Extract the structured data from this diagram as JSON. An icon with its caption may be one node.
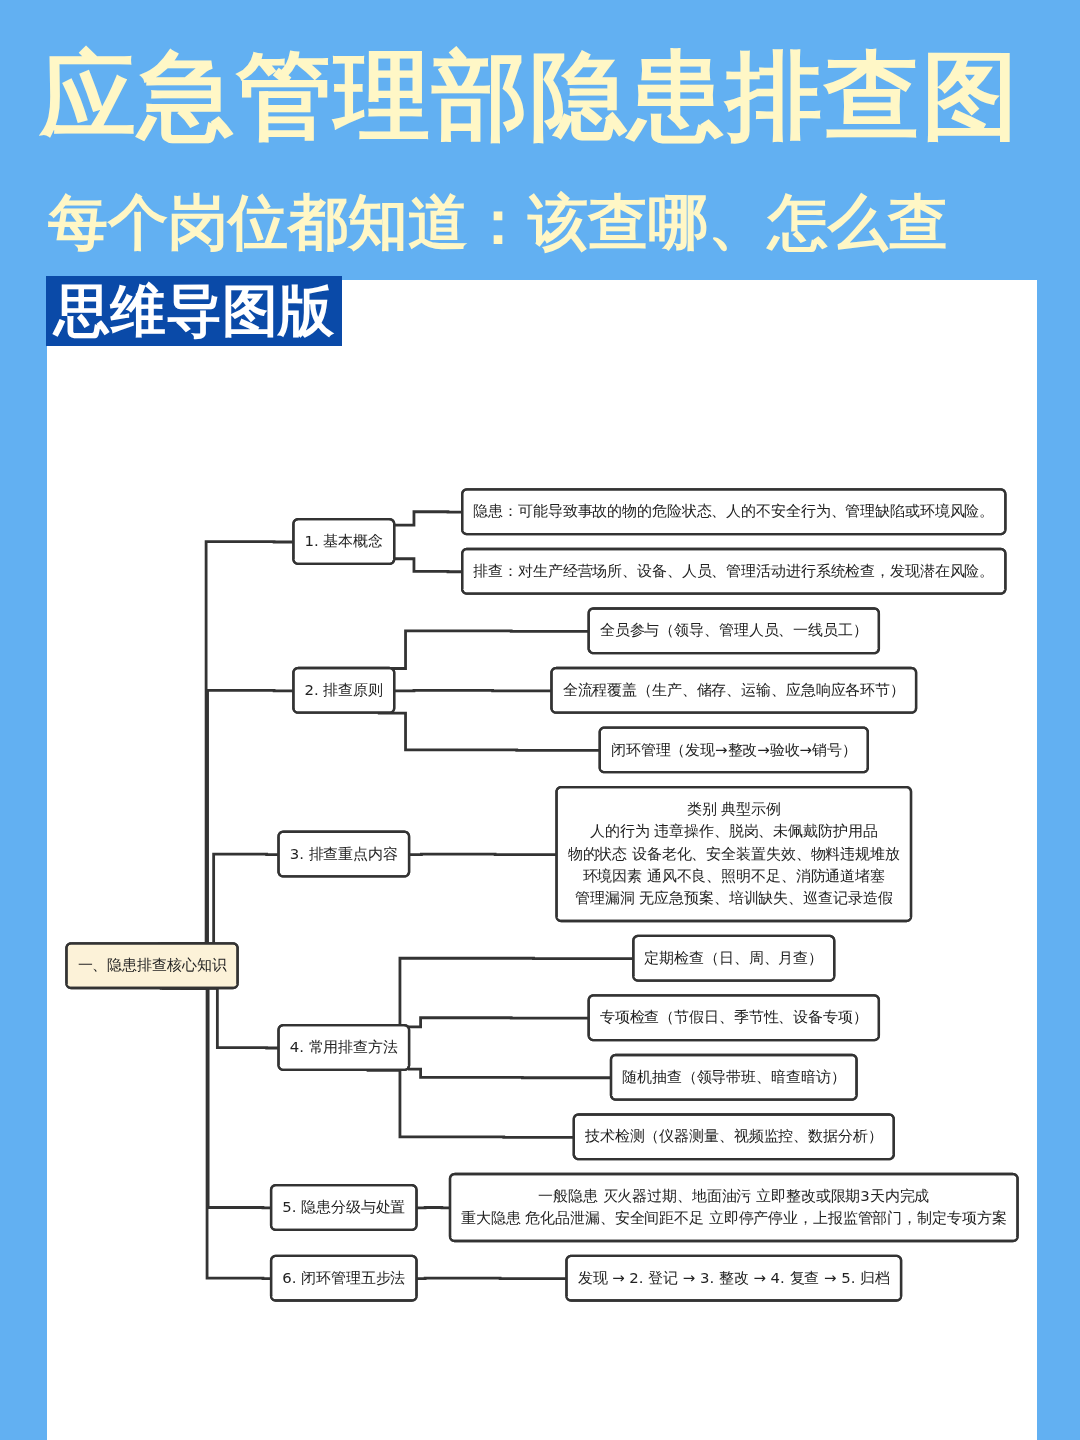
{
  "diagram": {
    "title": "应急管理部隐患排查图",
    "nodes": [
      {
        "text": [
          "一、隐患排查核心知识"
        ]
      },
      {
        "text": [
          "1. 基本概念"
        ]
      },
      {
        "text": [
          "隐患：可能导致事故的物的危险状态、人的不安全行为、管理缺陷或环境风险。"
        ]
      },
      {
        "text": [
          "排查：对生产经营场所、设备、人员、管理活动进行系统检查，发现潜在风险。"
        ]
      },
      {
        "text": [
          "2. 排查原则"
        ]
      },
      {
        "text": [
          "全员参与（领导、管理人员、一线员工）"
        ]
      },
      {
        "text": [
          "全流程覆盖（生产、储存、运输、应急响应各环节）"
        ]
      },
      {
        "text": [
          "闭环管理（发现→整改→验收→销号）"
        ]
      },
      {
        "text": [
          "3. 排查重点内容"
        ]
      },
      {
        "text": [
          "类别 典型示例",
          "人的行为 违章操作、脱岗、未佩戴防护用品",
          "物的状态 设备老化、安全装置失效、物料违规堆放",
          "环境因素 通风不良、照明不足、消防通道堵塞",
          "管理漏洞 无应急预案、培训缺失、巡查记录造假"
        ]
      },
      {
        "text": [
          "4. 常用排查方法"
        ]
      },
      {
        "text": [
          "定期检查（日、周、月查）"
        ]
      },
      {
        "text": [
          "专项检查（节假日、季节性、设备专项）"
        ]
      },
      {
        "text": [
          "随机抽查（领导带班、暗查暗访）"
        ]
      },
      {
        "text": [
          "技术检测（仪器测量、视频监控、数据分析）"
        ]
      },
      {
        "text": [
          "5. 隐患分级与处置"
        ]
      },
      {
        "text": [
          "一般隐患 灭火器过期、地面油污 立即整改或限期3天内完成",
          "重大隐患 危化品泄漏、安全间距不足 立即停产停业，上报监管部门，制定专项方案"
        ]
      },
      {
        "text": [
          "6. 闭环管理五步法"
        ]
      },
      {
        "text": [
          "发现 → 2. 登记 → 3. 整改 → 4. 复查 → 5. 归档"
        ]
      }
    ],
    "edges": [
      {
        "from": 0,
        "to": 1,
        "arrow": "none"
      },
      {
        "from": 1,
        "to": 2,
        "arrow": "none"
      },
      {
        "from": 1,
        "to": 3,
        "arrow": "none"
      },
      {
        "from": 0,
        "to": 4,
        "arrow": "none"
      },
      {
        "from": 4,
        "to": 5,
        "arrow": "none"
      },
      {
        "from": 4,
        "to": 6,
        "arrow": "none"
      },
      {
        "from": 4,
        "to": 7,
        "arrow": "none"
      },
      {
        "from": 0,
        "to": 8,
        "arrow": "none"
      },
      {
        "from": 8,
        "to": 9,
        "arrow": "none"
      },
      {
        "from": 0,
        "to": 10,
        "arrow": "none"
      },
      {
        "from": 10,
        "to": 11,
        "arrow": "none"
      },
      {
        "from": 10,
        "to": 12,
        "arrow": "none"
      },
      {
        "from": 10,
        "to": 13,
        "arrow": "none"
      },
      {
        "from": 10,
        "to": 14,
        "arrow": "none"
      },
      {
        "from": 0,
        "to": 15,
        "arrow": "none"
      },
      {
        "from": 15,
        "to": 16,
        "arrow": "none"
      },
      {
        "from": 0,
        "to": 17,
        "arrow": "none"
      },
      {
        "from": 17,
        "to": 18,
        "arrow": "none"
      }
    ],
    "labels": [
      "每个岗位都知道：该查哪、怎么查",
      "思维导图版"
    ]
  }
}
